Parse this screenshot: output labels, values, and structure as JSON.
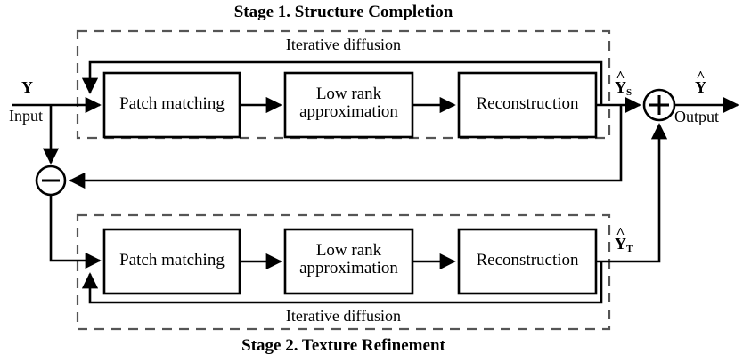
{
  "figure": {
    "type": "block-diagram",
    "title_stage1": "Stage 1. Structure Completion",
    "title_stage2": "Stage 2. Texture Refinement",
    "loop_label_top": "Iterative diffusion",
    "loop_label_bottom": "Iterative diffusion"
  },
  "stage1": {
    "caption": "Stage 1. Structure Completion",
    "loop_label": "Iterative diffusion",
    "blocks": [
      {
        "label": "Patch matching",
        "line1": "Patch matching",
        "line2": ""
      },
      {
        "label": "Low rank approximation",
        "line1": "Low rank",
        "line2": "approximation"
      },
      {
        "label": "Reconstruction",
        "line1": "Reconstruction",
        "line2": ""
      }
    ],
    "output_signal": "Y",
    "output_signal_subscript": "S"
  },
  "stage2": {
    "caption": "Stage 2. Texture Refinement",
    "loop_label": "Iterative diffusion",
    "blocks": [
      {
        "label": "Patch matching",
        "line1": "Patch matching",
        "line2": ""
      },
      {
        "label": "Low rank approximation",
        "line1": "Low rank",
        "line2": "approximation"
      },
      {
        "label": "Reconstruction",
        "line1": "Reconstruction",
        "line2": ""
      }
    ],
    "output_signal": "Y",
    "output_signal_subscript": "T"
  },
  "io": {
    "input_signal": "Y",
    "input_label": "Input",
    "output_signal": "Y",
    "output_label": "Output"
  },
  "operators": {
    "subtract": "−",
    "add": "+"
  },
  "colors": {
    "stroke": "#000000",
    "dashed_border": "#555555",
    "background": "#ffffff"
  }
}
